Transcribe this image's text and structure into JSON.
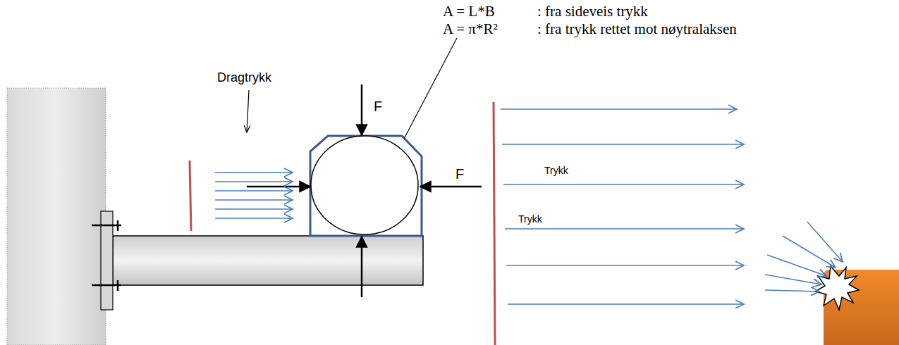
{
  "diagram": {
    "labels": [
      "A = L*B",
      ": fra sideveis trykk",
      "A = π*R²",
      ": fra trykk rettet mot nøytralaksen",
      "Dragtrykk",
      "F",
      "F",
      "Trykk",
      "Trykk"
    ]
  }
}
